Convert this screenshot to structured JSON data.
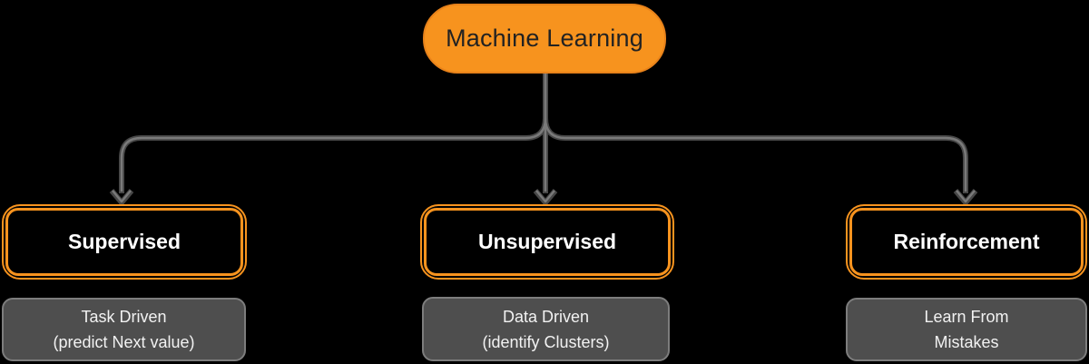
{
  "colors": {
    "background": "#000000",
    "orange": "#F7931E",
    "orange_edge": "#E8821A",
    "gray_fill": "#4E4E4E",
    "gray_edge": "#7D7D7D",
    "line_dark": "#474747",
    "line_light": "#7A7A7A",
    "text_dark": "#222222",
    "text_light": "#FFFFFF",
    "note_text": "#F2F2F2"
  },
  "root": {
    "label": "Machine Learning"
  },
  "branches": [
    {
      "label": "Supervised",
      "note_lines": [
        "Task Driven",
        "(predict Next value)"
      ]
    },
    {
      "label": "Unsupervised",
      "note_lines": [
        "Data Driven",
        "(identify Clusters)"
      ]
    },
    {
      "label": "Reinforcement",
      "note_lines": [
        "Learn From",
        "Mistakes"
      ]
    }
  ]
}
